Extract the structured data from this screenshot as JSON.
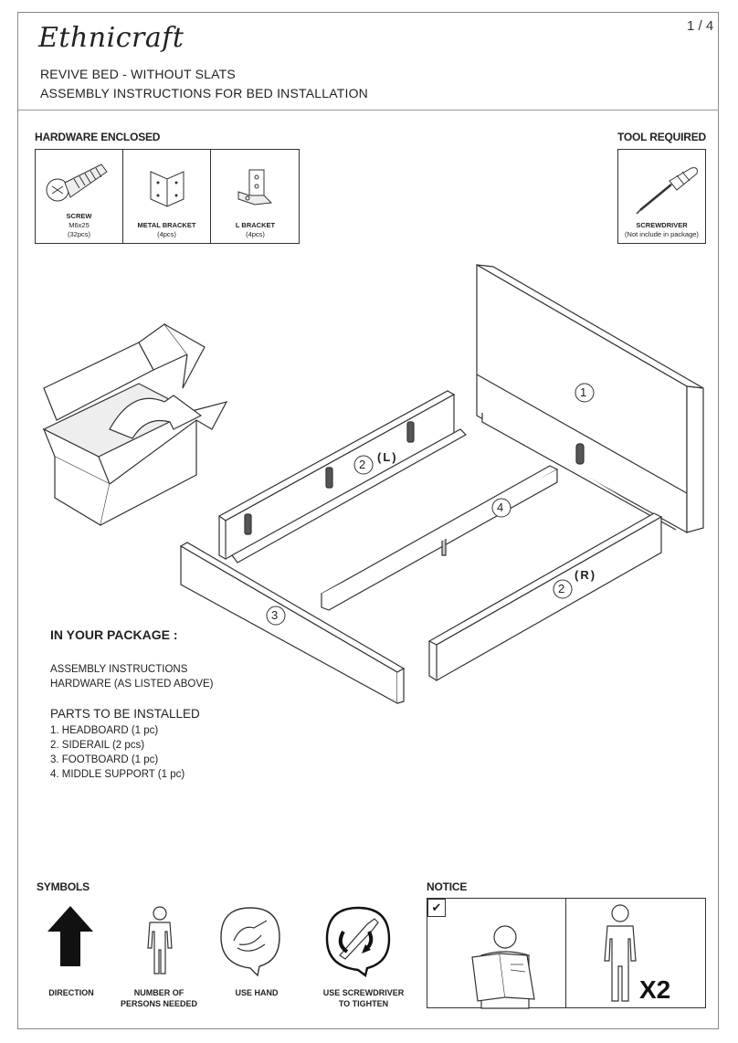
{
  "brand": "Ethnicraft",
  "page_number": "1 / 4",
  "title_line1": "REVIVE BED - WITHOUT SLATS",
  "title_line2": "ASSEMBLY INSTRUCTIONS FOR BED INSTALLATION",
  "hardware": {
    "heading": "HARDWARE ENCLOSED",
    "items": [
      {
        "name": "SCREW",
        "spec": "M6x25",
        "qty": "(32pcs)"
      },
      {
        "name": "METAL BRACKET",
        "qty": "(4pcs)"
      },
      {
        "name": "L BRACKET",
        "qty": "(4pcs)"
      }
    ]
  },
  "tool": {
    "heading": "TOOL REQUIRED",
    "name": "SCREWDRIVER",
    "note": "(Not include in package)"
  },
  "diagram_labels": {
    "headboard": "1",
    "siderail_left": "2",
    "siderail_left_side": "(L)",
    "siderail_right": "2",
    "siderail_right_side": "(R)",
    "footboard": "3",
    "middle_support": "4"
  },
  "package": {
    "heading": "IN YOUR PACKAGE :",
    "items": [
      "ASSEMBLY INSTRUCTIONS",
      "HARDWARE (AS LISTED ABOVE)"
    ]
  },
  "parts": {
    "heading": "PARTS TO BE INSTALLED",
    "items": [
      "1. HEADBOARD (1 pc)",
      "2. SIDERAIL (2 pcs)",
      "3. FOOTBOARD (1 pc)",
      "4. MIDDLE SUPPORT (1 pc)"
    ]
  },
  "symbols": {
    "heading": "SYMBOLS",
    "items": [
      {
        "line1": "DIRECTION",
        "line2": ""
      },
      {
        "line1": "NUMBER OF",
        "line2": "PERSONS NEEDED"
      },
      {
        "line1": "USE HAND",
        "line2": ""
      },
      {
        "line1": "USE SCREWDRIVER",
        "line2": "TO TIGHTEN"
      }
    ]
  },
  "notice": {
    "heading": "NOTICE",
    "multiplier": "X2",
    "checkmark": "✔"
  }
}
